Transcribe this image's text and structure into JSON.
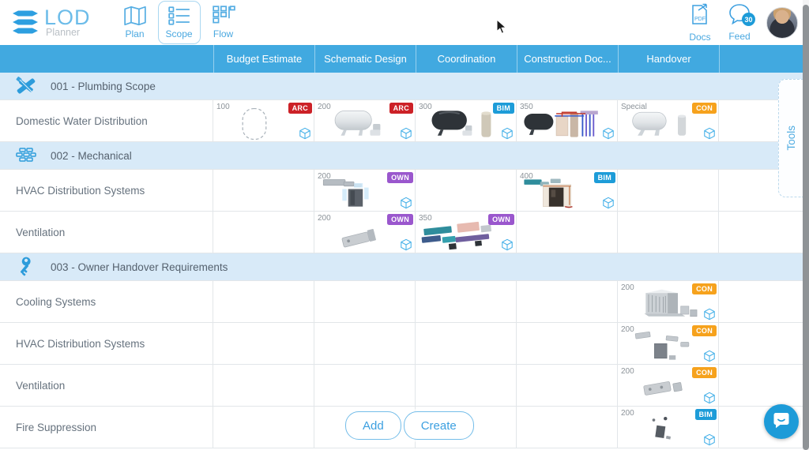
{
  "topbar": {
    "logo": {
      "title": "LOD",
      "subtitle": "Planner",
      "icon": "lod-logo-icon"
    },
    "nav": [
      {
        "id": "plan",
        "label": "Plan",
        "icon": "plan-icon",
        "active": false
      },
      {
        "id": "scope",
        "label": "Scope",
        "icon": "scope-icon",
        "active": true
      },
      {
        "id": "flow",
        "label": "Flow",
        "icon": "flow-icon",
        "active": false
      }
    ],
    "docs_label": "Docs",
    "feed_label": "Feed",
    "feed_badge": "30"
  },
  "columns": [
    "Budget Estimate",
    "Schematic Design",
    "Coordination",
    "Construction Doc...",
    "Handover"
  ],
  "tools_tab_label": "Tools",
  "buttons": {
    "add": "Add",
    "create": "Create"
  },
  "badge_colors": {
    "ARC": "#cc2127",
    "BIM": "#1d9cd8",
    "OWN": "#9a57cd",
    "CON": "#f6a21d"
  },
  "accent_colors": {
    "header_blue": "#41a9e0",
    "group_row_blue": "#d8eaf8",
    "link_blue": "#4aa8e0"
  },
  "groups": [
    {
      "code": "001",
      "label": "001 - Plumbing Scope",
      "icon": "pipes-icon",
      "rows": [
        {
          "label": "Domestic Water Distribution",
          "cells": [
            {
              "col": 0,
              "value": "100",
              "badge": "ARC",
              "art": "tank-outline-sketch"
            },
            {
              "col": 1,
              "value": "200",
              "badge": "ARC",
              "art": "water-heater-white"
            },
            {
              "col": 2,
              "value": "300",
              "badge": "BIM",
              "art": "water-heater-black"
            },
            {
              "col": 3,
              "value": "350",
              "badge": null,
              "art": "water-heater-piping"
            },
            {
              "col": 4,
              "value": "Special",
              "badge": "CON",
              "art": "water-heater-special"
            }
          ]
        }
      ]
    },
    {
      "code": "002",
      "label": "002 - Mechanical",
      "icon": "bricks-icon",
      "rows": [
        {
          "label": "HVAC Distribution Systems",
          "cells": [
            {
              "col": 1,
              "value": "200",
              "badge": "OWN",
              "art": "hvac-duct-unit"
            },
            {
              "col": 3,
              "value": "400",
              "badge": "BIM",
              "art": "ahu-equipment"
            }
          ]
        },
        {
          "label": "Ventilation",
          "cells": [
            {
              "col": 1,
              "value": "200",
              "badge": "OWN",
              "art": "duct-part"
            },
            {
              "col": 2,
              "value": "350",
              "badge": "OWN",
              "art": "duct-colorful"
            }
          ]
        }
      ]
    },
    {
      "code": "003",
      "label": "003 - Owner Handover Requirements",
      "icon": "key-icon",
      "rows": [
        {
          "label": "Cooling Systems",
          "cells": [
            {
              "col": 4,
              "value": "200",
              "badge": "CON",
              "art": "cooling-tower"
            }
          ]
        },
        {
          "label": "HVAC Distribution Systems",
          "cells": [
            {
              "col": 4,
              "value": "200",
              "badge": "CON",
              "art": "duct-scatter"
            }
          ]
        },
        {
          "label": "Ventilation",
          "cells": [
            {
              "col": 4,
              "value": "200",
              "badge": "CON",
              "art": "duct-box"
            }
          ]
        },
        {
          "label": "Fire Suppression",
          "cells": [
            {
              "col": 4,
              "value": "200",
              "badge": "BIM",
              "art": "small-parts"
            }
          ]
        }
      ]
    }
  ]
}
